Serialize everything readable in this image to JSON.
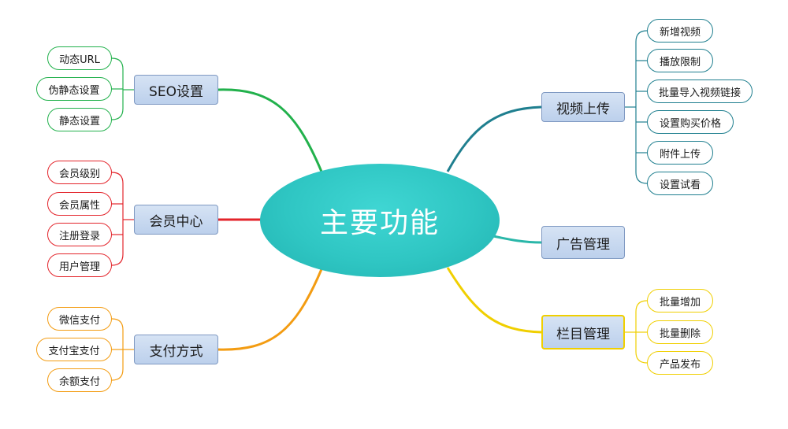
{
  "center": {
    "label": "主要功能"
  },
  "branches": {
    "seo": {
      "label": "SEO设置",
      "color": "#22b14c",
      "items": [
        "动态URL",
        "伪静态设置",
        "静态设置"
      ]
    },
    "member": {
      "label": "会员中心",
      "color": "#e3242b",
      "items": [
        "会员级别",
        "会员属性",
        "注册登录",
        "用户管理"
      ]
    },
    "payment": {
      "label": "支付方式",
      "color": "#f39c12",
      "items": [
        "微信支付",
        "支付宝支付",
        "余额支付"
      ]
    },
    "video": {
      "label": "视频上传",
      "color": "#1f7f8f",
      "items": [
        "新增视频",
        "播放限制",
        "批量导入视频链接",
        "设置购买价格",
        "附件上传",
        "设置试看"
      ]
    },
    "ads": {
      "label": "广告管理",
      "color": "#2ab7a9",
      "items": []
    },
    "column": {
      "label": "栏目管理",
      "color": "#f0cf00",
      "items": [
        "批量增加",
        "批量删除",
        "产品发布"
      ]
    }
  }
}
